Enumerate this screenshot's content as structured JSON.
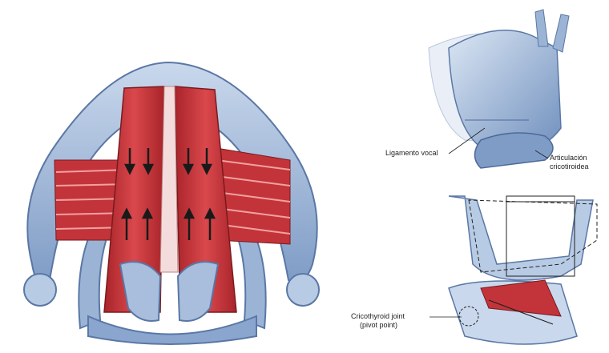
{
  "labels": {
    "vocal_ligament": "Ligamento vocal",
    "articulation_line1": "Articulación",
    "articulation_line2": "cricotiroidea",
    "cricothyroid_joint": "Cricothyroid joint",
    "pivot_point": "(pivot point)"
  },
  "colors": {
    "cartilage": "#9bb4d6",
    "cartilage_dark": "#6f8fbd",
    "muscle": "#c2343a",
    "muscle_light": "#e06a6a",
    "arrow": "#1a1a1a"
  }
}
